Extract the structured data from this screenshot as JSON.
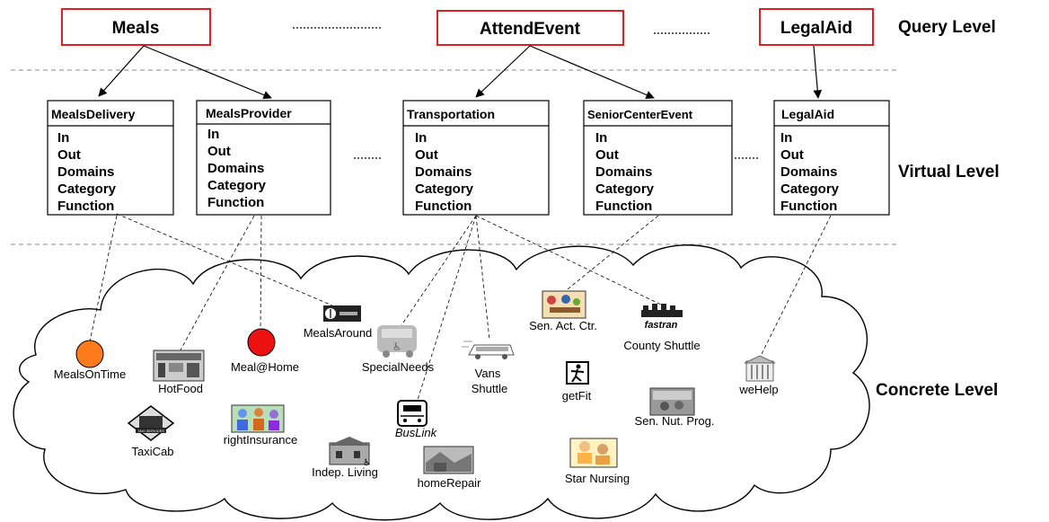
{
  "levels": {
    "query": "Query Level",
    "virtual": "Virtual Level",
    "concrete": "Concrete Level"
  },
  "query_nodes": {
    "meals": "Meals",
    "attend_event": "AttendEvent",
    "legal_aid": "LegalAid"
  },
  "virtual_fields": [
    "In",
    "Out",
    "Domains",
    "Category",
    "Function"
  ],
  "virtual_nodes": {
    "meals_delivery": "MealsDelivery",
    "meals_provider": "MealsProvider",
    "transportation": "Transportation",
    "senior_center_event": "SeniorCenterEvent",
    "legal_aid": "LegalAid"
  },
  "concrete_services": {
    "meals_on_time": "MealsOnTime",
    "hot_food": "HotFood",
    "meal_at_home": "Meal@Home",
    "meals_around": "MealsAround",
    "special_needs": "SpecialNeeds",
    "vans_shuttle_line1": "Vans",
    "vans_shuttle_line2": "Shuttle",
    "sen_act_ctr": "Sen. Act. Ctr.",
    "county_shuttle": "County Shuttle",
    "get_fit": "getFit",
    "sen_nut_prog": "Sen. Nut. Prog.",
    "we_help": "weHelp",
    "taxi_cab": "TaxiCab",
    "right_insurance": "rightInsurance",
    "bus_link": "BusLink",
    "indep_living": "Indep. Living",
    "home_repair": "homeRepair",
    "star_nursing": "Star Nursing"
  },
  "logo_text": {
    "taxi": "TAXI SERVICES",
    "fastran": "fastran"
  },
  "colors": {
    "query_border": "#e02020",
    "meals_on_time": "#ff7a1a",
    "meal_at_home": "#ee1111",
    "separator": "#888888"
  }
}
